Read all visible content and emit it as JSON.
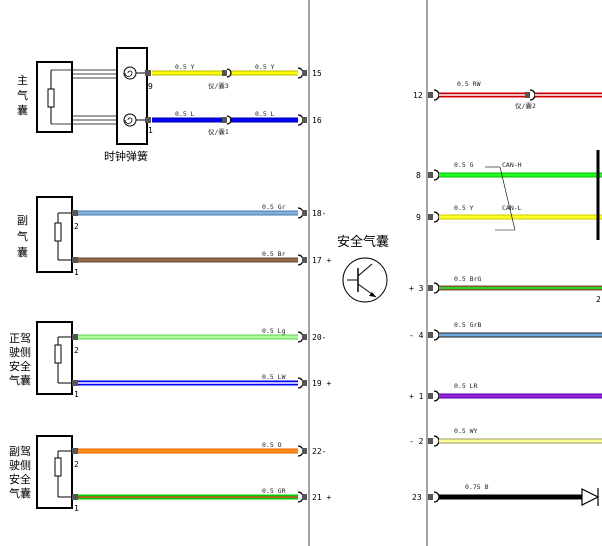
{
  "module": {
    "label": "安全气囊"
  },
  "clock_spring": {
    "label": "时钟弹簧",
    "pin_top": "9",
    "pin_bottom": "1"
  },
  "components": {
    "main": {
      "label": [
        "主",
        "气",
        "囊"
      ]
    },
    "passenger": {
      "label": [
        "副",
        "气",
        "囊"
      ],
      "pin_top": "2",
      "pin_bottom": "1"
    },
    "driver_side": {
      "label": [
        "正驾",
        "驶侧",
        "安全",
        "气囊"
      ],
      "pin_top": "2",
      "pin_bottom": "1"
    },
    "pass_side": {
      "label": [
        "副驾",
        "驶侧",
        "安全",
        "气囊"
      ],
      "pin_top": "2",
      "pin_bottom": "1"
    }
  },
  "wires_left": [
    {
      "id": "w15a",
      "spec": "0.5 Y"
    },
    {
      "id": "w15b",
      "spec": "0.5 Y"
    },
    {
      "id": "w16a",
      "spec": "0.5 L"
    },
    {
      "id": "w16b",
      "spec": "0.5 L"
    },
    {
      "id": "w18",
      "spec": "0.5 Gr"
    },
    {
      "id": "w17",
      "spec": "0.5 Br"
    },
    {
      "id": "w20",
      "spec": "0.5 Lg"
    },
    {
      "id": "w19",
      "spec": "0.5 LW"
    },
    {
      "id": "w22",
      "spec": "0.5 O"
    },
    {
      "id": "w21",
      "spec": "0.5 GR"
    }
  ],
  "connector_labels": {
    "c3": "仪/囊3",
    "c1": "仪/囊1",
    "c2": "仪/囊2"
  },
  "pins_left": [
    "15",
    "16",
    "18-",
    "17 +",
    "20-",
    "19 +",
    "22-",
    "21 +"
  ],
  "wires_right": [
    {
      "pin": "12",
      "spec": "0.5 RW"
    },
    {
      "pin": "8",
      "spec": "0.5 G"
    },
    {
      "pin": "9",
      "spec": "0.5 Y"
    },
    {
      "pin": "+ 3",
      "spec": "0.5 BrG"
    },
    {
      "pin": "- 4",
      "spec": "0.5 GrB"
    },
    {
      "pin": "+ 1",
      "spec": "0.5 LR"
    },
    {
      "pin": "- 2",
      "spec": "0.5 WY"
    },
    {
      "pin": "23",
      "spec": "0.75 B"
    }
  ],
  "can": {
    "high": "CAN-H",
    "low": "CAN-L"
  },
  "edge_label": "2",
  "colors": {
    "yellow": "#ffff00",
    "blue": "#0000ff",
    "gray_blue": "#6fa0d0",
    "brown": "#8a6040",
    "light_green": "#99ff88",
    "light_blue_white": "#c8e0ff",
    "orange": "#ff8800",
    "green": "#00dd00",
    "red": "#ff2020",
    "purple": "#8800cc",
    "black": "#000000"
  }
}
